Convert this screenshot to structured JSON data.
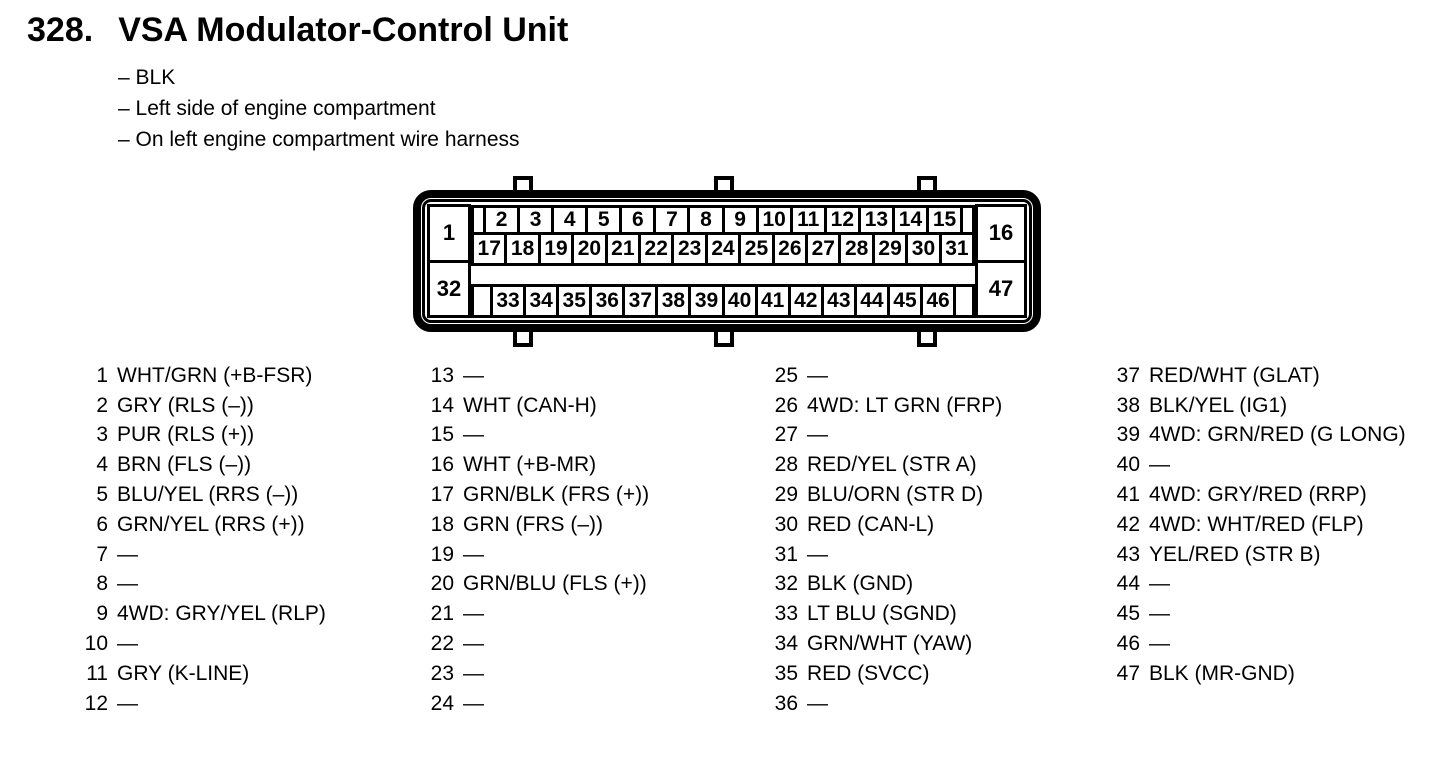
{
  "page": {
    "title_number": "328.",
    "title_text": "VSA Modulator-Control Unit",
    "notes": [
      "– BLK",
      "– Left side of engine compartment",
      "– On left engine compartment wire harness"
    ]
  },
  "connector": {
    "left_top_pin": "1",
    "left_bottom_pin": "32",
    "right_top_pin": "16",
    "right_bottom_pin": "47",
    "row_top_pins": [
      "2",
      "3",
      "4",
      "5",
      "6",
      "7",
      "8",
      "9",
      "10",
      "11",
      "12",
      "13",
      "14",
      "15"
    ],
    "row_middle_pins": [
      "17",
      "18",
      "19",
      "20",
      "21",
      "22",
      "23",
      "24",
      "25",
      "26",
      "27",
      "28",
      "29",
      "30",
      "31"
    ],
    "row_bottom_pins": [
      "33",
      "34",
      "35",
      "36",
      "37",
      "38",
      "39",
      "40",
      "41",
      "42",
      "43",
      "44",
      "45",
      "46"
    ]
  },
  "pin_list": {
    "columns": [
      {
        "entries": [
          {
            "pin": "1",
            "desc": "WHT/GRN (+B-FSR)"
          },
          {
            "pin": "2",
            "desc": "GRY (RLS (–))"
          },
          {
            "pin": "3",
            "desc": "PUR (RLS (+))"
          },
          {
            "pin": "4",
            "desc": "BRN (FLS (–))"
          },
          {
            "pin": "5",
            "desc": "BLU/YEL (RRS (–))"
          },
          {
            "pin": "6",
            "desc": "GRN/YEL (RRS (+))"
          },
          {
            "pin": "7",
            "desc": "—"
          },
          {
            "pin": "8",
            "desc": "—"
          },
          {
            "pin": "9",
            "desc": "4WD: GRY/YEL (RLP)"
          },
          {
            "pin": "10",
            "desc": "—"
          },
          {
            "pin": "11",
            "desc": "GRY (K-LINE)"
          },
          {
            "pin": "12",
            "desc": "—"
          }
        ]
      },
      {
        "entries": [
          {
            "pin": "13",
            "desc": "—"
          },
          {
            "pin": "14",
            "desc": "WHT (CAN-H)"
          },
          {
            "pin": "15",
            "desc": "—"
          },
          {
            "pin": "16",
            "desc": "WHT (+B-MR)"
          },
          {
            "pin": "17",
            "desc": "GRN/BLK (FRS (+))"
          },
          {
            "pin": "18",
            "desc": "GRN (FRS (–))"
          },
          {
            "pin": "19",
            "desc": "—"
          },
          {
            "pin": "20",
            "desc": "GRN/BLU (FLS (+))"
          },
          {
            "pin": "21",
            "desc": "—"
          },
          {
            "pin": "22",
            "desc": "—"
          },
          {
            "pin": "23",
            "desc": "—"
          },
          {
            "pin": "24",
            "desc": "—"
          }
        ]
      },
      {
        "entries": [
          {
            "pin": "25",
            "desc": "—"
          },
          {
            "pin": "26",
            "desc": "4WD: LT GRN (FRP)"
          },
          {
            "pin": "27",
            "desc": "—"
          },
          {
            "pin": "28",
            "desc": "RED/YEL (STR A)"
          },
          {
            "pin": "29",
            "desc": "BLU/ORN (STR D)"
          },
          {
            "pin": "30",
            "desc": "RED (CAN-L)"
          },
          {
            "pin": "31",
            "desc": "—"
          },
          {
            "pin": "32",
            "desc": "BLK (GND)"
          },
          {
            "pin": "33",
            "desc": "LT BLU (SGND)"
          },
          {
            "pin": "34",
            "desc": "GRN/WHT (YAW)"
          },
          {
            "pin": "35",
            "desc": "RED (SVCC)"
          },
          {
            "pin": "36",
            "desc": "—"
          }
        ]
      },
      {
        "entries": [
          {
            "pin": "37",
            "desc": "RED/WHT (GLAT)"
          },
          {
            "pin": "38",
            "desc": "BLK/YEL (IG1)"
          },
          {
            "pin": "39",
            "desc": "4WD: GRN/RED (G LONG)"
          },
          {
            "pin": "40",
            "desc": "—"
          },
          {
            "pin": "41",
            "desc": "4WD: GRY/RED (RRP)"
          },
          {
            "pin": "42",
            "desc": "4WD: WHT/RED (FLP)"
          },
          {
            "pin": "43",
            "desc": "YEL/RED (STR B)"
          },
          {
            "pin": "44",
            "desc": "—"
          },
          {
            "pin": "45",
            "desc": "—"
          },
          {
            "pin": "46",
            "desc": "—"
          },
          {
            "pin": "47",
            "desc": "BLK (MR-GND)"
          }
        ]
      }
    ]
  },
  "colors": {
    "ink": "#000000",
    "paper": "#ffffff"
  }
}
